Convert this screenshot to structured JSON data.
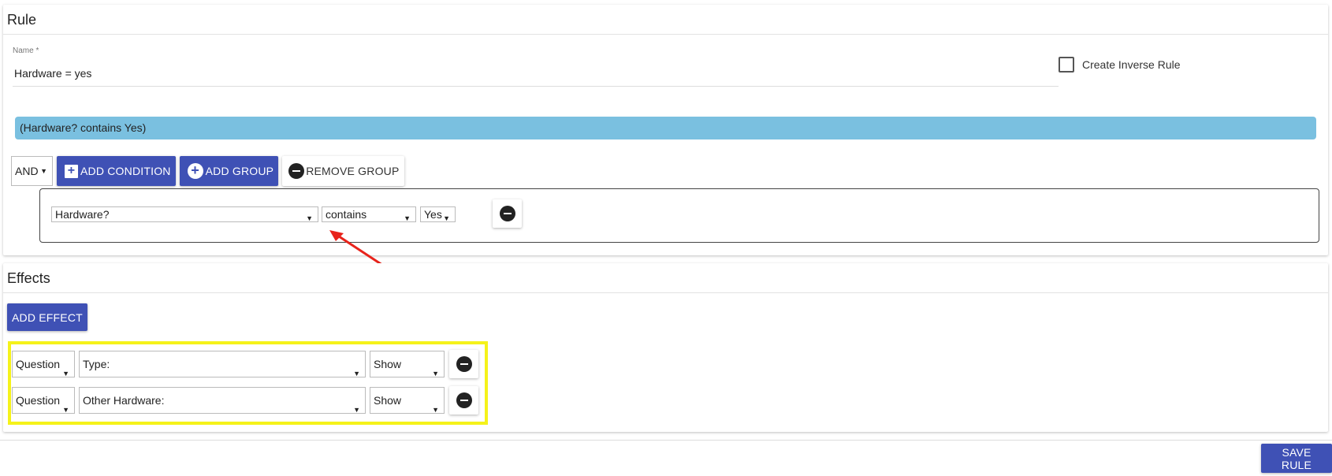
{
  "rule": {
    "title": "Rule",
    "name_label": "Name *",
    "name_value": "Hardware = yes",
    "inverse_label": "Create Inverse Rule",
    "summary": "(Hardware? contains Yes)",
    "group_operator": "AND",
    "add_condition_label": "ADD CONDITION",
    "add_group_label": "ADD GROUP",
    "remove_group_label": "REMOVE GROUP",
    "condition": {
      "field": "Hardware?",
      "operator": "contains",
      "value": "Yes"
    }
  },
  "effects": {
    "title": "Effects",
    "add_effect_label": "ADD EFFECT",
    "rows": [
      {
        "target_type": "Question",
        "target": "Type:",
        "action": "Show"
      },
      {
        "target_type": "Question",
        "target": "Other Hardware:",
        "action": "Show"
      }
    ]
  },
  "footer": {
    "save_label": "SAVE RULE"
  },
  "colors": {
    "primary": "#3f51b5",
    "summary_bar": "#7ac0e0",
    "annotation_arrow": "#e8231b",
    "highlight_box": "#f5f21a"
  }
}
